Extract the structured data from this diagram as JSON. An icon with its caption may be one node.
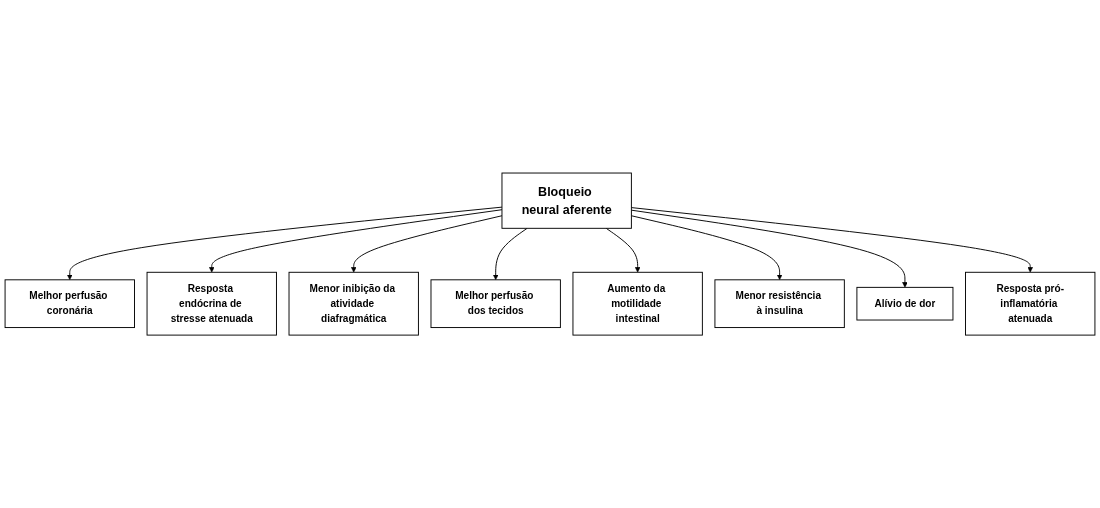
{
  "diagram": {
    "nodes": [
      {
        "text": [
          "Melhor perfusão coronária"
        ]
      },
      {
        "text": [
          "Resposta endócrina de stresse atenuada"
        ]
      },
      {
        "text": [
          "Menor inibição da atividade diafragmática"
        ]
      },
      {
        "text": [
          "Melhor perfusão dos tecidos"
        ]
      },
      {
        "text": [
          "Bloqueio neural aferente"
        ]
      },
      {
        "text": [
          "Aumento da motilidade intestinal"
        ]
      },
      {
        "text": [
          "Menor resistência à insulina"
        ]
      },
      {
        "text": [
          "Alívio de dor"
        ]
      },
      {
        "text": [
          "Resposta pró-inflamatória atenuada"
        ]
      }
    ],
    "edges": [
      {
        "from": 4,
        "to": 0,
        "arrow": "to"
      },
      {
        "from": 4,
        "to": 1,
        "arrow": "to"
      },
      {
        "from": 4,
        "to": 2,
        "arrow": "to"
      },
      {
        "from": 4,
        "to": 3,
        "arrow": "to"
      },
      {
        "from": 4,
        "to": 5,
        "arrow": "to"
      },
      {
        "from": 4,
        "to": 6,
        "arrow": "to"
      },
      {
        "from": 4,
        "to": 7,
        "arrow": "to"
      },
      {
        "from": 4,
        "to": 8,
        "arrow": "to"
      }
    ]
  }
}
